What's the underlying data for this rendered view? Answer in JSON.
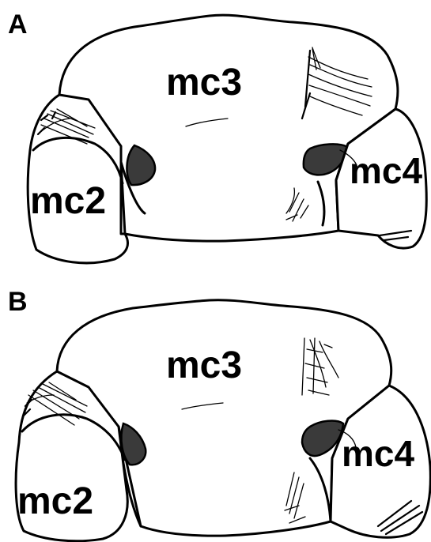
{
  "panels": [
    {
      "letter": "A",
      "labels": {
        "center": "mc3",
        "left": "mc2",
        "right": "mc4"
      }
    },
    {
      "letter": "B",
      "labels": {
        "center": "mc3",
        "left": "mc2",
        "right": "mc4"
      }
    }
  ]
}
